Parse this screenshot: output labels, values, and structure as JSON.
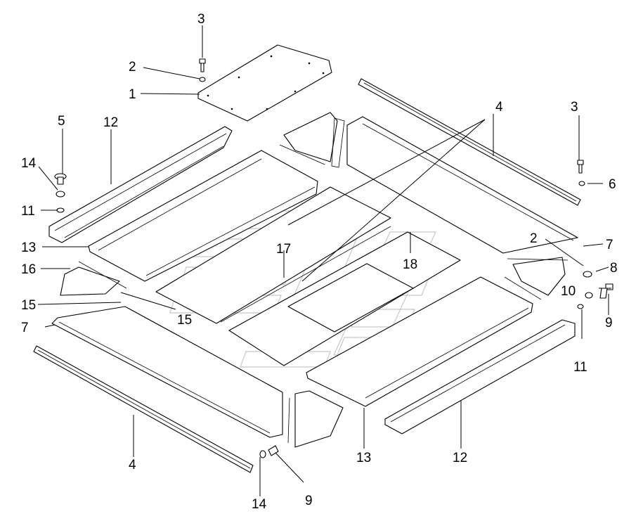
{
  "callouts": {
    "c1": "1",
    "c2a": "2",
    "c2b": "2",
    "c3a": "3",
    "c3b": "3",
    "c4a": "4",
    "c4b": "4",
    "c5": "5",
    "c6": "6",
    "c7a": "7",
    "c7b": "7",
    "c8": "8",
    "c9a": "9",
    "c9b": "9",
    "c10": "10",
    "c11a": "11",
    "c11b": "11",
    "c12a": "12",
    "c12b": "12",
    "c13a": "13",
    "c13b": "13",
    "c14a": "14",
    "c14b": "14",
    "c15a": "15",
    "c15b": "15",
    "c16": "16",
    "c17": "17",
    "c18": "18"
  },
  "colors": {
    "line": "#000000",
    "watermark": "#c8c8c8",
    "background": "#ffffff"
  }
}
